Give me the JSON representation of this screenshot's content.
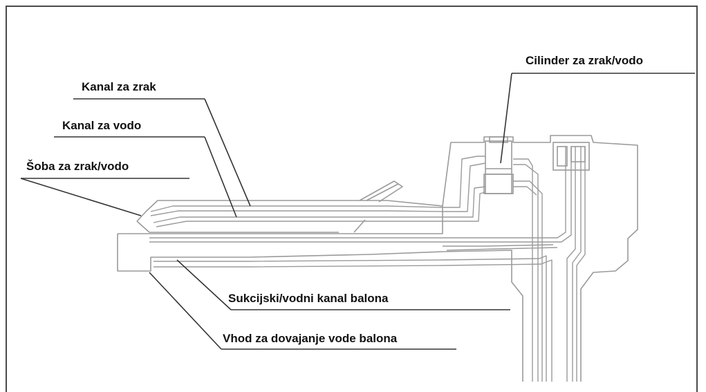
{
  "labels": {
    "air_water_cylinder": "Cilinder za zrak/vodo",
    "air_channel": "Kanal za zrak",
    "water_channel": "Kanal za vodo",
    "air_water_nozzle": "Šoba za zrak/vodo",
    "balloon_suction_water_channel": "Sukcijski/vodni kanal balona",
    "balloon_water_inlet": "Vhod za dovajanje vode balona"
  },
  "colors": {
    "frame": "#4a4a4a",
    "drawing": "#9a9a9a",
    "leader": "#333333",
    "text": "#111111"
  }
}
